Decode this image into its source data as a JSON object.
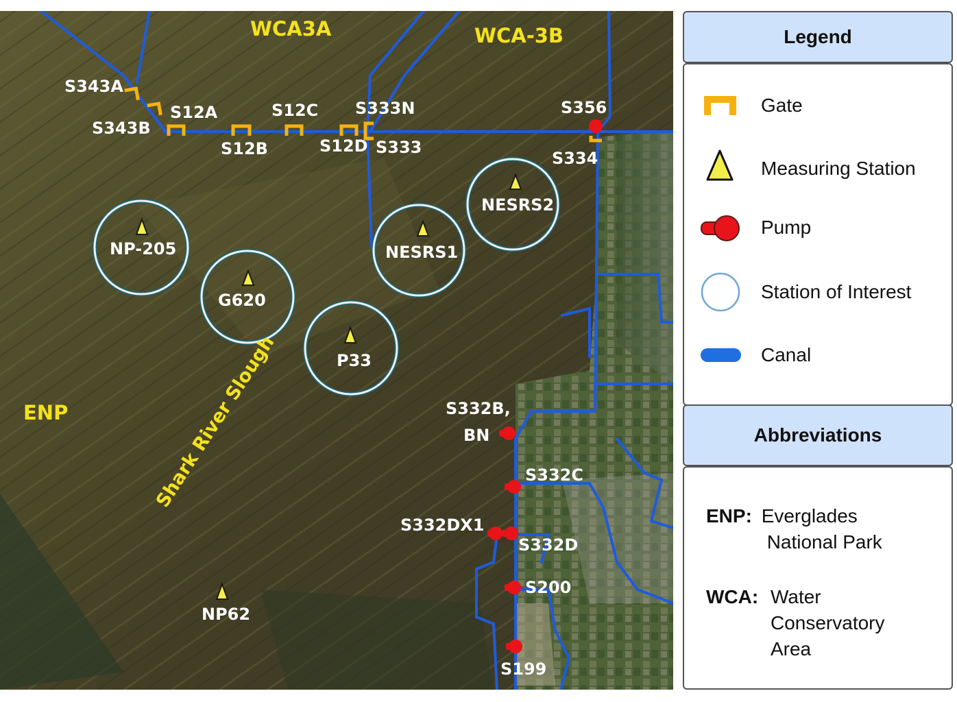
{
  "map": {
    "regions": [
      "WCA3A",
      "WCA-3B",
      "ENP"
    ],
    "slough": "Shark River Slough",
    "gates": [
      "S343A",
      "S343B",
      "S12A",
      "S12B",
      "S12C",
      "S12D",
      "S333N",
      "S333"
    ],
    "pumps": [
      "S356",
      "S334",
      "S332B,",
      "BN",
      "S332C",
      "S332DX1",
      "S332D",
      "S200",
      "S199"
    ],
    "stations": [
      "NP-205",
      "G620",
      "P33",
      "NESRS1",
      "NESRS2",
      "NP62"
    ],
    "colors": {
      "canal": "#1f5bdc",
      "gate": "#f5b20f",
      "pump": "#e8141a",
      "station": "#f4ee4a",
      "ring": "#e8f4f8",
      "region_label": "#f4e21c"
    }
  },
  "legend": {
    "title": "Legend",
    "items": [
      {
        "label": "Gate",
        "icon": "gate-icon"
      },
      {
        "label": "Measuring Station",
        "icon": "triangle-icon"
      },
      {
        "label": "Pump",
        "icon": "pump-icon"
      },
      {
        "label": "Station of Interest",
        "icon": "circle-icon"
      },
      {
        "label": "Canal",
        "icon": "canal-icon"
      }
    ]
  },
  "abbreviations": {
    "title": "Abbreviations",
    "items": [
      {
        "key": "ENP:",
        "line1": "Everglades",
        "line2": "National Park",
        "line3": ""
      },
      {
        "key": "WCA:",
        "line1": "Water",
        "line2": "Conservatory",
        "line3": "Area"
      }
    ]
  }
}
